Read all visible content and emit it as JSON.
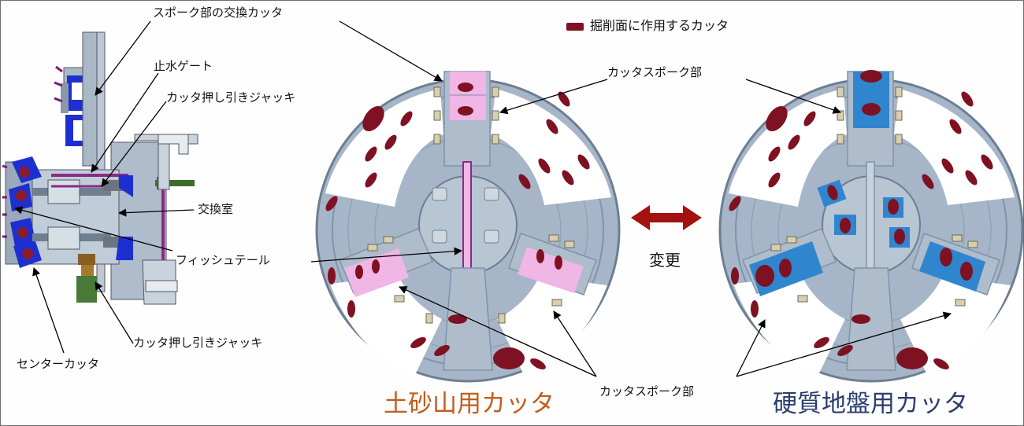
{
  "colors": {
    "disk": "#a6b6c8",
    "disk_dark": "#7f93aa",
    "cutter": "#7e1122",
    "pink": "#f0b6e6",
    "blue": "#2f86cf",
    "arrow_red": "#a2120f",
    "orange_title": "#c35d1b",
    "navy_title": "#2b3f6c"
  },
  "legend": {
    "text": "掘削面に作用するカッタ"
  },
  "labels": {
    "spoke_replace": "スポーク部の交換カッタ",
    "water_gate": "止水ゲート",
    "jack_top": "カッタ押し引きジャッキ",
    "exchange_room": "交換室",
    "fishtail": "フィッシュテール",
    "jack_bottom": "カッタ押し引きジャッキ",
    "center_cutter": "センターカッタ",
    "spoke_top": "カッタスポーク部",
    "spoke_bottom": "カッタスポーク部",
    "change": "変更"
  },
  "titles": {
    "soil": "土砂山用カッタ",
    "hard": "硬質地盤用カッタ"
  }
}
